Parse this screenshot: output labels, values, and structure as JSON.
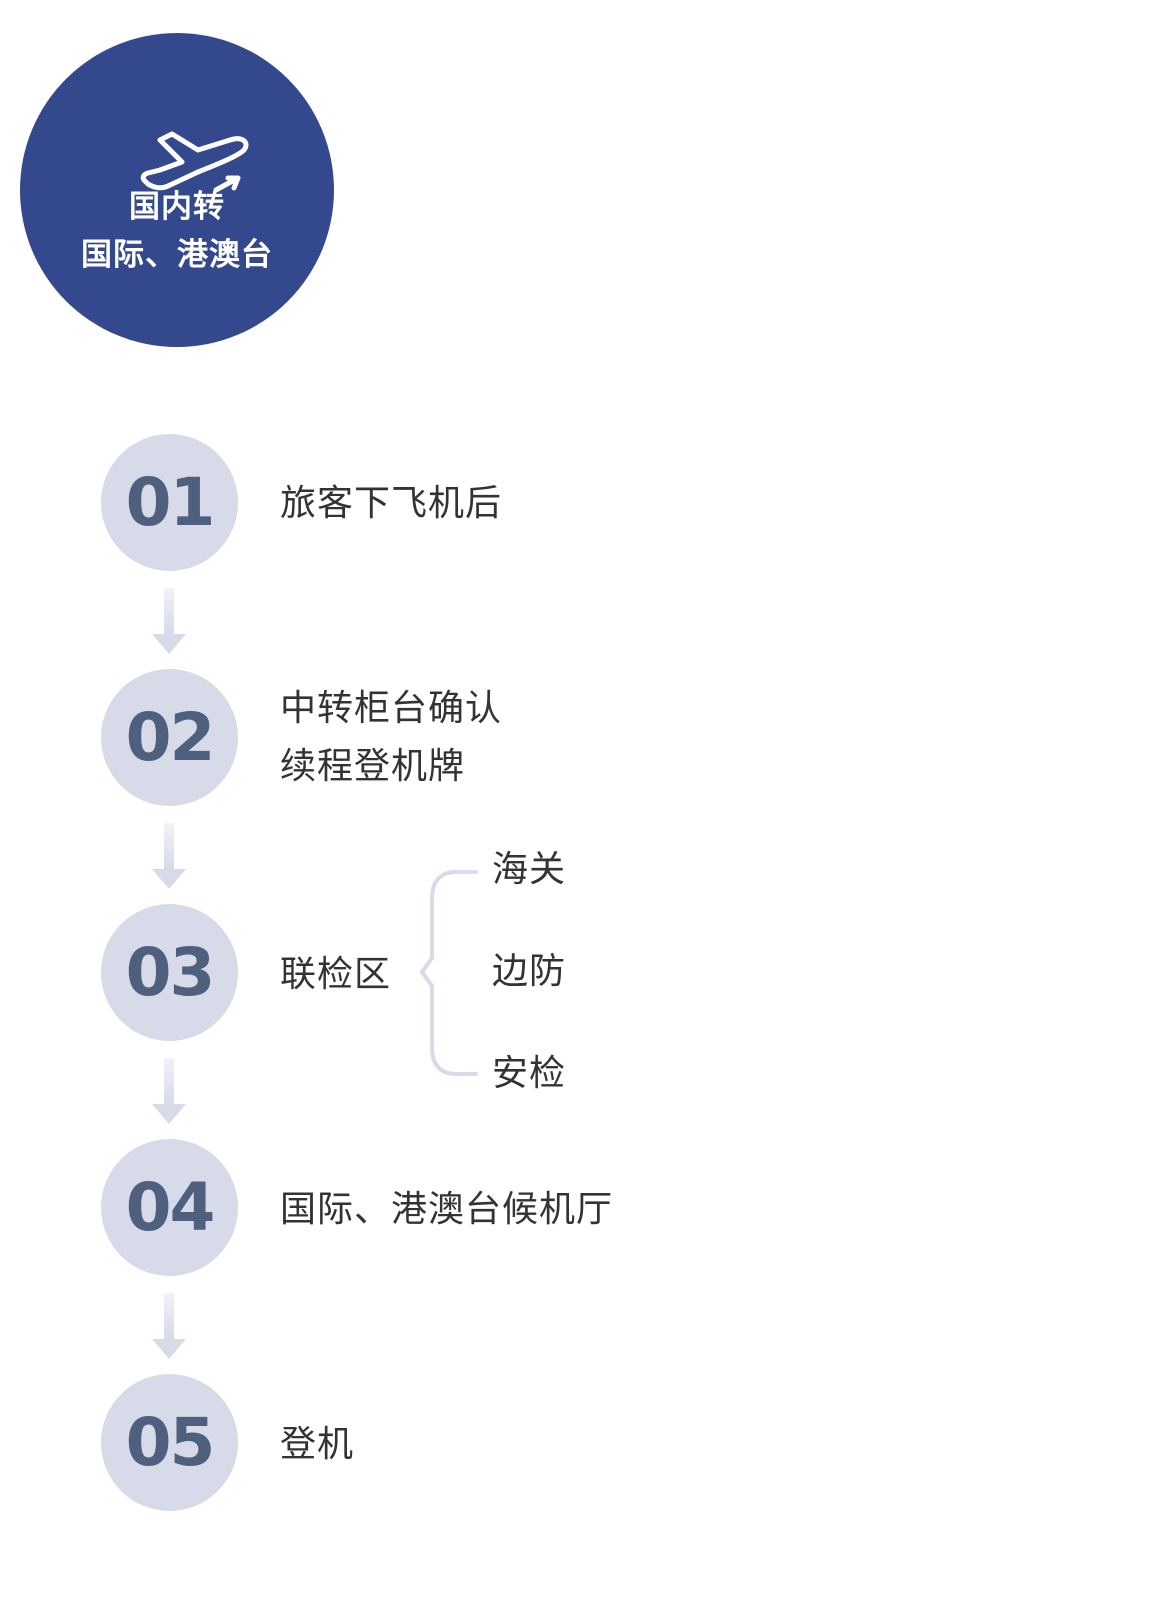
{
  "header": {
    "icon": "airplane-takeoff-icon",
    "title_line1": "国内转",
    "title_line2": "国际、港澳台",
    "color": "#34498d"
  },
  "steps": [
    {
      "number": "01",
      "text_lines": [
        "旅客下飞机后"
      ]
    },
    {
      "number": "02",
      "text_lines": [
        "中转柜台确认",
        "续程登机牌"
      ]
    },
    {
      "number": "03",
      "text_lines": [
        "联检区"
      ],
      "sub_items": [
        "海关",
        "边防",
        "安检"
      ]
    },
    {
      "number": "04",
      "text_lines": [
        "国际、港澳台候机厅"
      ]
    },
    {
      "number": "05",
      "text_lines": [
        "登机"
      ]
    }
  ],
  "colors": {
    "step_circle": "#d6dae9",
    "step_number": "#4f5f7e",
    "text": "#333333"
  }
}
